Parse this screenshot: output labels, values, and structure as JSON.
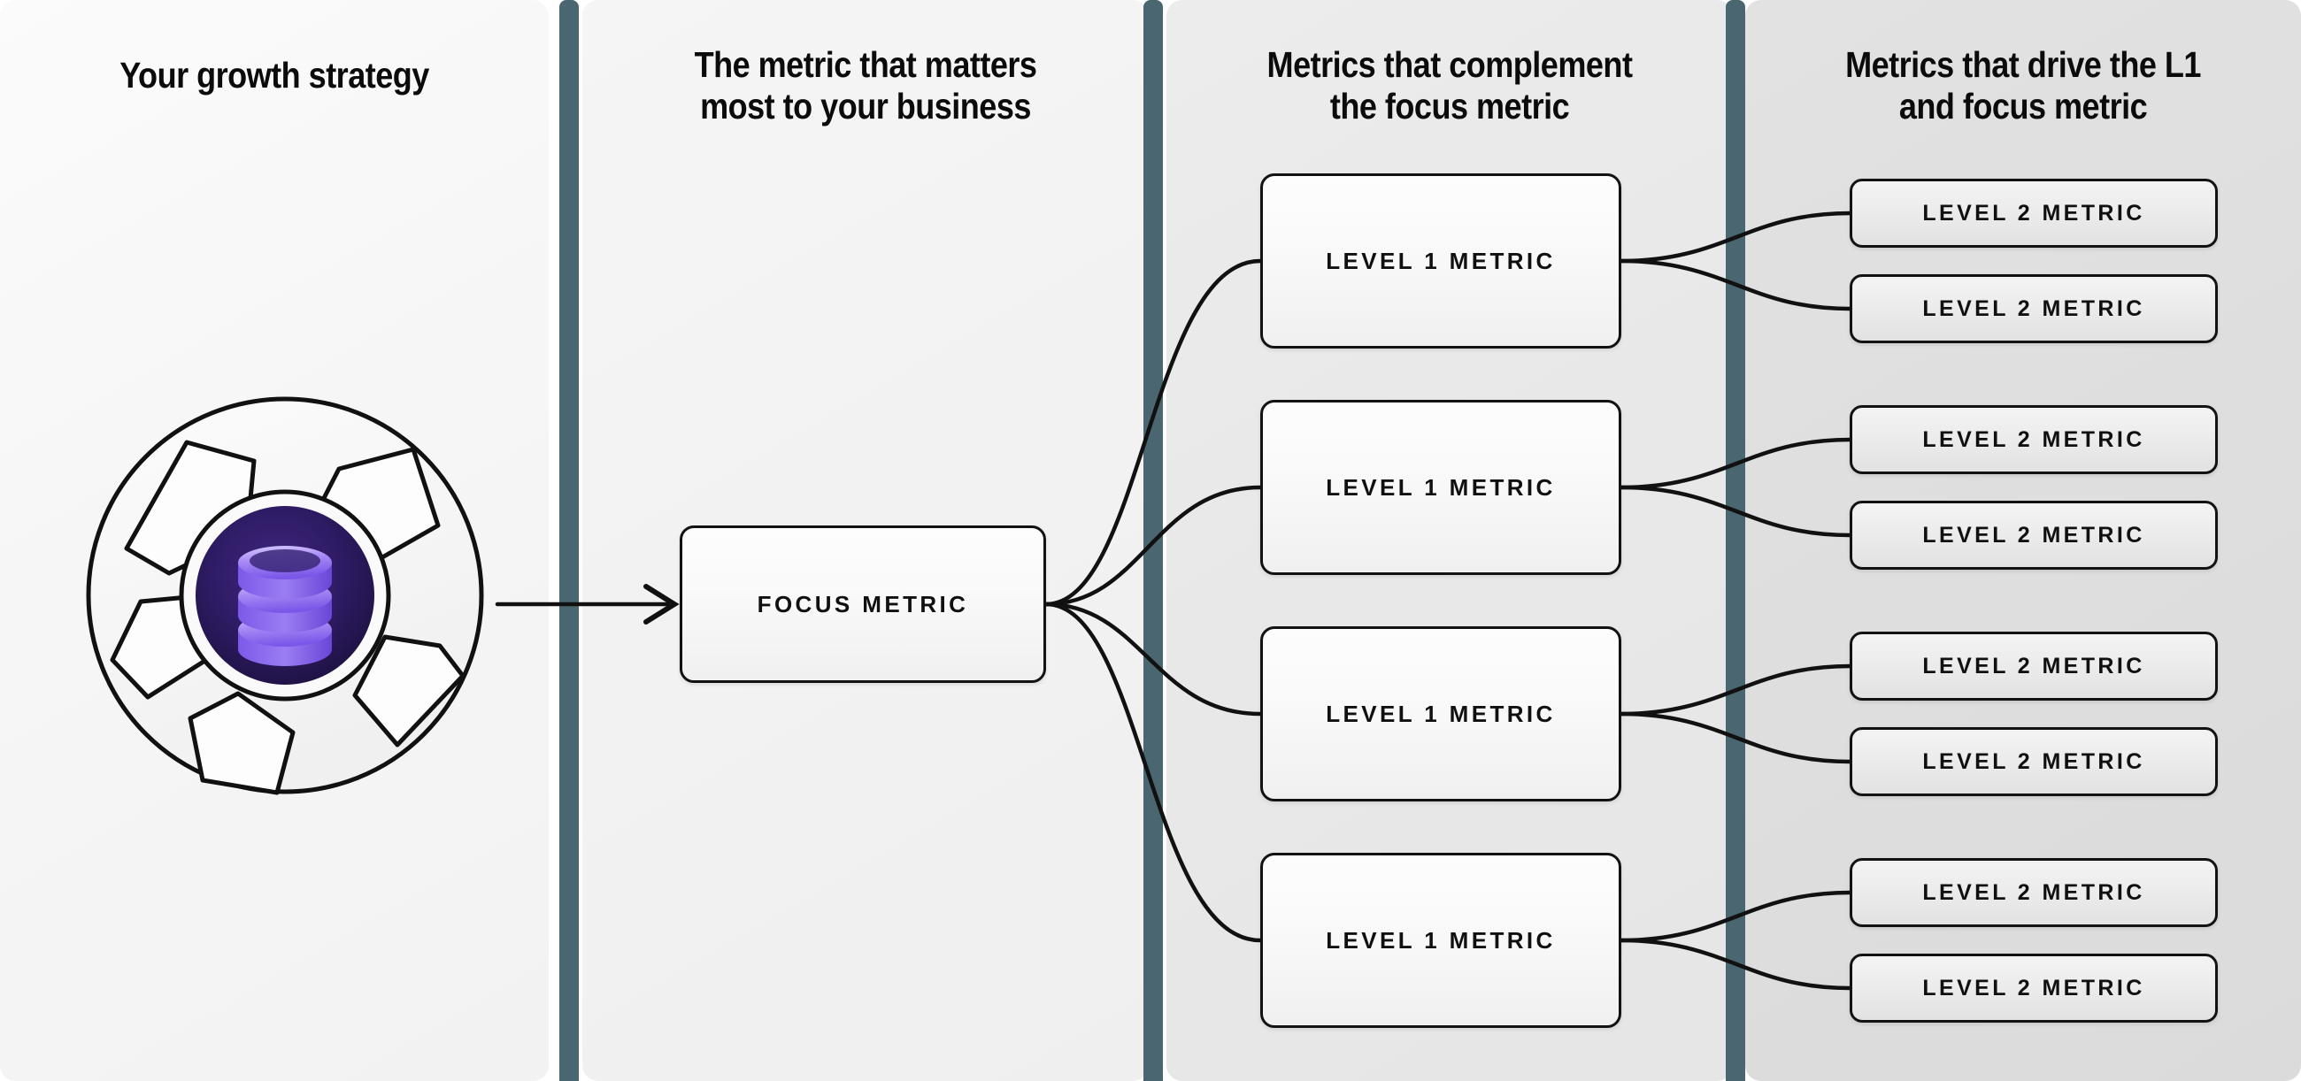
{
  "columns": [
    {
      "key": "strategy",
      "heading": "Your growth strategy"
    },
    {
      "key": "focus",
      "heading": "The metric that matters\nmost to your business"
    },
    {
      "key": "level1",
      "heading": "Metrics that complement\nthe focus metric"
    },
    {
      "key": "level2",
      "heading": "Metrics that drive the L1\nand focus metric"
    }
  ],
  "emblem": {
    "name": "growth-strategy-emblem",
    "core_icon": "database-stack-icon",
    "outer_ring_color": "#f7f7f7",
    "outline_color": "#111111",
    "core_color_outer": "#3a2370",
    "core_color_inner": "#1d1140",
    "icon_color_light": "#c9baff",
    "icon_color_mid": "#8b6ff0",
    "icon_color_dark": "#5b3fd6"
  },
  "nodes": {
    "focus": {
      "label": "FOCUS METRIC"
    },
    "level1": [
      {
        "label": "LEVEL 1 METRIC"
      },
      {
        "label": "LEVEL 1 METRIC"
      },
      {
        "label": "LEVEL 1 METRIC"
      },
      {
        "label": "LEVEL 1 METRIC"
      }
    ],
    "level2": [
      {
        "label": "LEVEL 2 METRIC"
      },
      {
        "label": "LEVEL 2 METRIC"
      },
      {
        "label": "LEVEL 2 METRIC"
      },
      {
        "label": "LEVEL 2 METRIC"
      },
      {
        "label": "LEVEL 2 METRIC"
      },
      {
        "label": "LEVEL 2 METRIC"
      },
      {
        "label": "LEVEL 2 METRIC"
      },
      {
        "label": "LEVEL 2 METRIC"
      }
    ]
  },
  "colors": {
    "divider": "#4a6670",
    "column_1_bg": "#f7f7f7",
    "column_2_bg": "#f2f2f2",
    "column_3_bg": "#e8e8e8",
    "column_4_bg": "#dedede",
    "node_border": "#121212",
    "connector": "#111111",
    "heading_text": "#0b0b0b"
  },
  "chart_data": {
    "type": "diagram",
    "title": "Metric tree: growth strategy to focus metric to L1 and L2 metrics",
    "structure": "tree",
    "levels": [
      "strategy",
      "focus metric",
      "level 1 metrics",
      "level 2 metrics"
    ],
    "counts": {
      "strategy": 1,
      "focus": 1,
      "level1": 4,
      "level2": 8
    },
    "edges": [
      {
        "from": "strategy",
        "to": "focus metric",
        "style": "straight-arrow"
      },
      {
        "from": "focus metric",
        "to": "level 1 metric 1",
        "style": "bezier"
      },
      {
        "from": "focus metric",
        "to": "level 1 metric 2",
        "style": "bezier"
      },
      {
        "from": "focus metric",
        "to": "level 1 metric 3",
        "style": "bezier"
      },
      {
        "from": "focus metric",
        "to": "level 1 metric 4",
        "style": "bezier"
      },
      {
        "from": "level 1 metric 1",
        "to": "level 2 metric 1",
        "style": "bezier"
      },
      {
        "from": "level 1 metric 1",
        "to": "level 2 metric 2",
        "style": "bezier"
      },
      {
        "from": "level 1 metric 2",
        "to": "level 2 metric 3",
        "style": "bezier"
      },
      {
        "from": "level 1 metric 2",
        "to": "level 2 metric 4",
        "style": "bezier"
      },
      {
        "from": "level 1 metric 3",
        "to": "level 2 metric 5",
        "style": "bezier"
      },
      {
        "from": "level 1 metric 3",
        "to": "level 2 metric 6",
        "style": "bezier"
      },
      {
        "from": "level 1 metric 4",
        "to": "level 2 metric 7",
        "style": "bezier"
      },
      {
        "from": "level 1 metric 4",
        "to": "level 2 metric 8",
        "style": "bezier"
      }
    ]
  }
}
